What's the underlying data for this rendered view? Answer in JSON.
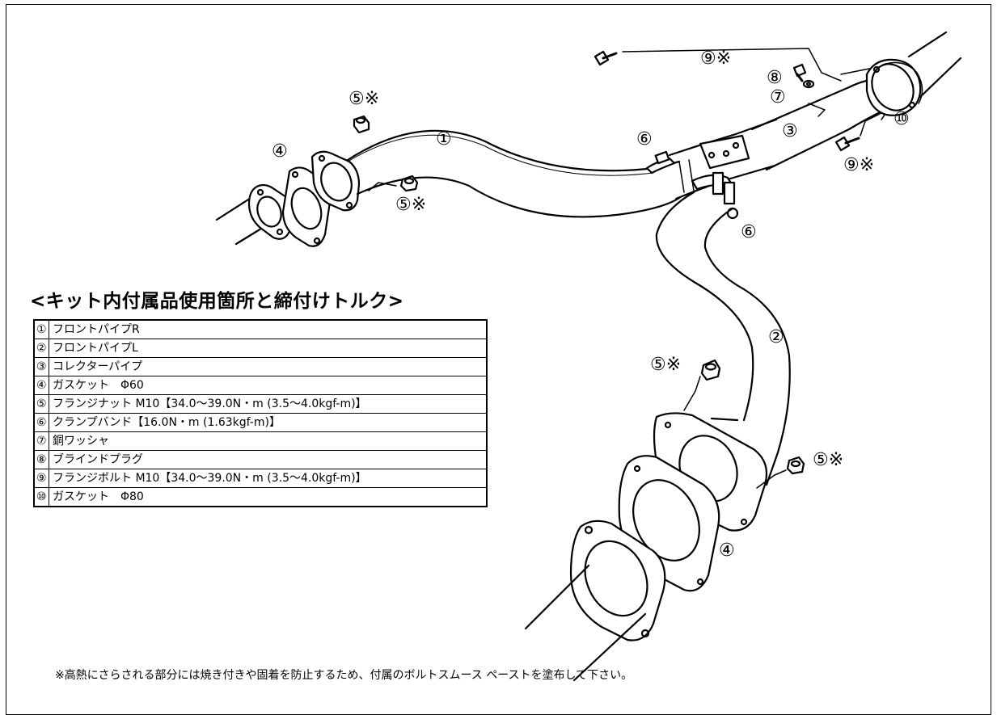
{
  "callouts": [
    {
      "id": "c1",
      "text": "①"
    },
    {
      "id": "c2",
      "text": "②"
    },
    {
      "id": "c3",
      "text": "③"
    },
    {
      "id": "c4a",
      "text": "④"
    },
    {
      "id": "c4b",
      "text": "④"
    },
    {
      "id": "c5a",
      "text": "⑤※"
    },
    {
      "id": "c5b",
      "text": "⑤※"
    },
    {
      "id": "c5c",
      "text": "⑤※"
    },
    {
      "id": "c5d",
      "text": "⑤※"
    },
    {
      "id": "c6a",
      "text": "⑥"
    },
    {
      "id": "c6b",
      "text": "⑥"
    },
    {
      "id": "c7",
      "text": "⑦"
    },
    {
      "id": "c8",
      "text": "⑧"
    },
    {
      "id": "c9a",
      "text": "⑨※"
    },
    {
      "id": "c9b",
      "text": "⑨※"
    },
    {
      "id": "c10",
      "text": "⑩"
    }
  ],
  "heading": "<キット内付属品使用箇所と締付けトルク>",
  "parts": [
    {
      "no": "①",
      "desc": "フロントパイプR"
    },
    {
      "no": "②",
      "desc": "フロントパイプL"
    },
    {
      "no": "③",
      "desc": "コレクターパイプ"
    },
    {
      "no": "④",
      "desc": "ガスケット　Φ60"
    },
    {
      "no": "⑤",
      "desc": "フランジナット M10【34.0～39.0N・m (3.5～4.0kgf-m)】"
    },
    {
      "no": "⑥",
      "desc": "クランプバンド【16.0N・m (1.63kgf-m)】"
    },
    {
      "no": "⑦",
      "desc": "銅ワッシャ"
    },
    {
      "no": "⑧",
      "desc": "ブラインドプラグ"
    },
    {
      "no": "⑨",
      "desc": "フランジボルト M10【34.0～39.0N・m (3.5～4.0kgf-m)】"
    },
    {
      "no": "⑩",
      "desc": "ガスケット　Φ80"
    }
  ],
  "note": "※高熱にさらされる部分には焼き付きや固着を防止するため、付属のボルトスムース ペーストを塗布して下さい。"
}
